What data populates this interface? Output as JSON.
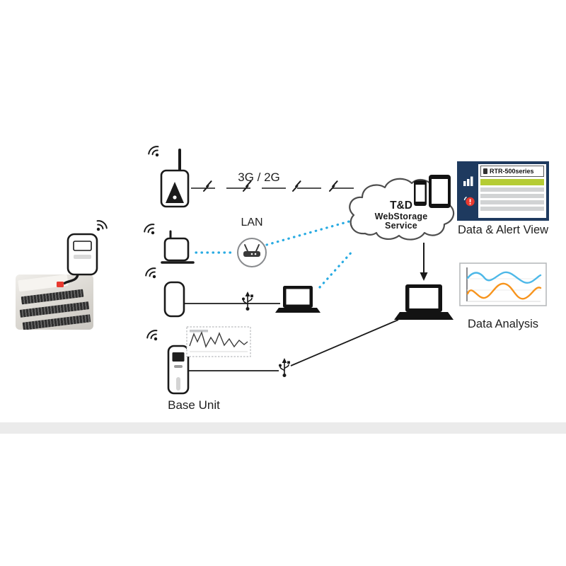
{
  "colors": {
    "accent_dotted": "#29abe2",
    "card_navy": "#1e3a5f",
    "highlight_green": "#b5cc34",
    "alert_red": "#e8392f",
    "wave_blue": "#4db8e8",
    "wave_orange": "#f7941d"
  },
  "diagram": {
    "network_label": "3G / 2G",
    "lan_label": "LAN",
    "base_unit_label": "Base Unit",
    "cloud": {
      "line1": "T&D",
      "line2": "WebStorage",
      "line3": "Service"
    },
    "alert_view": {
      "title": "RTR-500series",
      "caption": "Data & Alert View"
    },
    "analysis": {
      "caption": "Data Analysis"
    }
  }
}
